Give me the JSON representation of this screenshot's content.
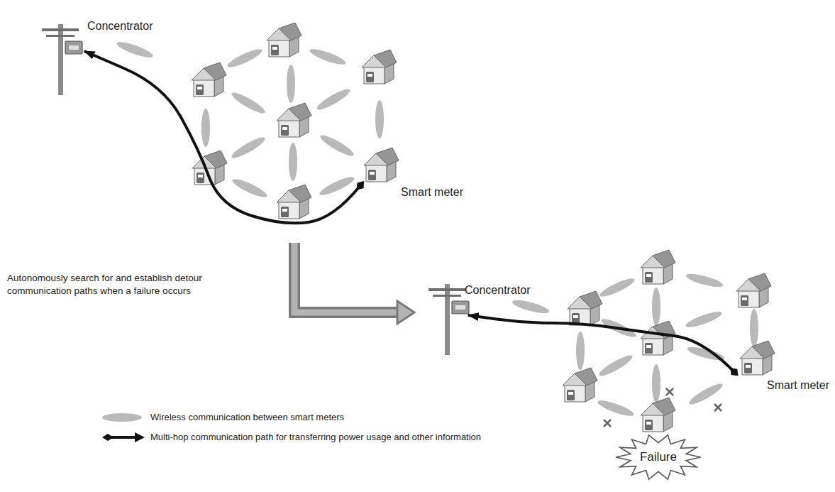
{
  "diagram": {
    "nodes": [
      {
        "text": [
          "Concentrator"
        ]
      },
      {
        "text": [
          "Smart meter"
        ]
      },
      {
        "text": [
          "Concentrator"
        ]
      },
      {
        "text": [
          "Smart meter"
        ]
      },
      {
        "text": [
          "Failure"
        ]
      }
    ],
    "edges": [
      {
        "from": 1,
        "to": 0,
        "arrow": "to"
      },
      {
        "from": 3,
        "to": 2,
        "arrow": "to"
      }
    ],
    "labels": [
      "Autonomously search for and establish detour communication paths when a failure occurs"
    ],
    "legend": [
      {
        "text": "Wireless communication between smart meters"
      },
      {
        "text": "Multi-hop communication path for transferring power usage and other information"
      }
    ]
  }
}
